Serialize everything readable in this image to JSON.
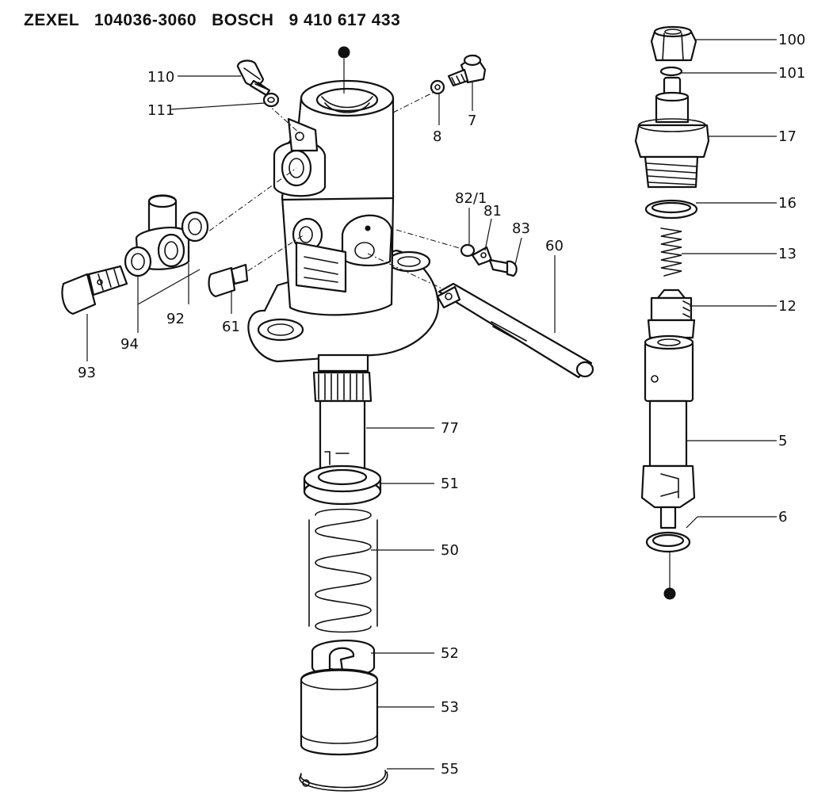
{
  "header": {
    "brand1": "ZEXEL",
    "partno1": "104036-3060",
    "brand2": "BOSCH",
    "partno2": "9 410 617 433"
  },
  "callouts": {
    "c100": "100",
    "c101": "101",
    "c17": "17",
    "c16": "16",
    "c13": "13",
    "c12": "12",
    "c5": "5",
    "c6": "6",
    "c110": "110",
    "c111": "111",
    "c8": "8",
    "c7": "7",
    "c82": "82/1",
    "c81": "81",
    "c83": "83",
    "c60": "60",
    "c92": "92",
    "c94": "94",
    "c93": "93",
    "c61": "61",
    "c77": "77",
    "c51": "51",
    "c50": "50",
    "c52": "52",
    "c53": "53",
    "c55": "55"
  }
}
